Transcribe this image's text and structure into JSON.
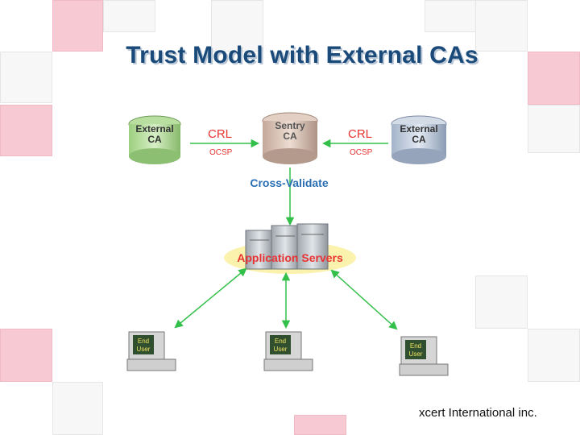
{
  "slide": {
    "title": "Trust Model with External CAs",
    "footer": "xcert International inc."
  },
  "diagram": {
    "left_ca": "External CA",
    "center_ca": "Sentry CA",
    "right_ca": "External CA",
    "crl_label": "CRL",
    "ocsp_label": "OCSP",
    "cross_validate": "Cross-Validate",
    "servers_label": "Application Servers",
    "end_user_label": "End User"
  },
  "colors": {
    "title": "#1a4a7a",
    "arrow": "#33c04a",
    "label_red": "#e83333",
    "label_blue": "#2a6fb3",
    "server_glow": "#f5e86a"
  }
}
